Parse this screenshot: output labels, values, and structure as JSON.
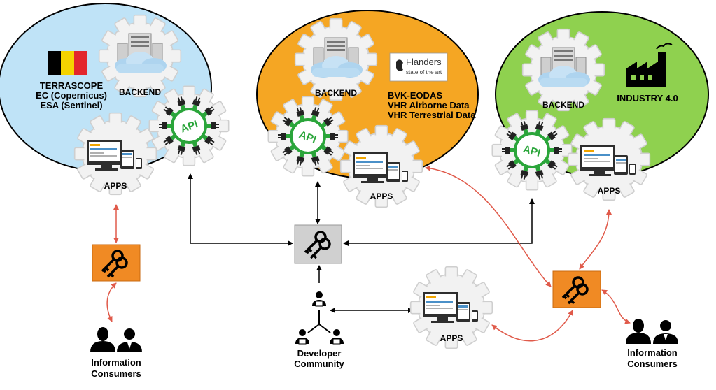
{
  "colors": {
    "terrascope_blob": "#bfe3f7",
    "bvk_blob": "#f5a623",
    "industry_blob": "#8fd14f",
    "api_green": "#2aa53a",
    "key_orange": "#f08a24",
    "red_arrow": "#e05a4a",
    "gear": "#f2f2f2",
    "gear_stroke": "#c9c9c9"
  },
  "platforms": {
    "terrascope": {
      "name": "TERRASCOPE",
      "line2": "EC (Copernicus)",
      "line3": "ESA (Sentinel)",
      "backend_label": "BACKEND",
      "apps_label": "APPS",
      "api_label": "API",
      "flag_icon": "belgium-flag"
    },
    "bvk": {
      "name": "BVK-EODAS",
      "line2": "VHR Airborne Data",
      "line3": "VHR Terrestrial Data",
      "backend_label": "BACKEND",
      "apps_label": "APPS",
      "api_label": "API",
      "logo_title": "Flanders",
      "logo_subtitle": "state of the art"
    },
    "industry": {
      "name": "INDUSTRY 4.0",
      "backend_label": "BACKEND",
      "apps_label": "APPS",
      "api_label": "API",
      "factory_icon": "factory-icon"
    }
  },
  "center": {
    "apps_label": "APPS"
  },
  "people": {
    "left_consumers": [
      "Information",
      "Consumers"
    ],
    "developer": [
      "Developer",
      "Community"
    ],
    "right_consumers": [
      "Information",
      "Consumers"
    ]
  }
}
